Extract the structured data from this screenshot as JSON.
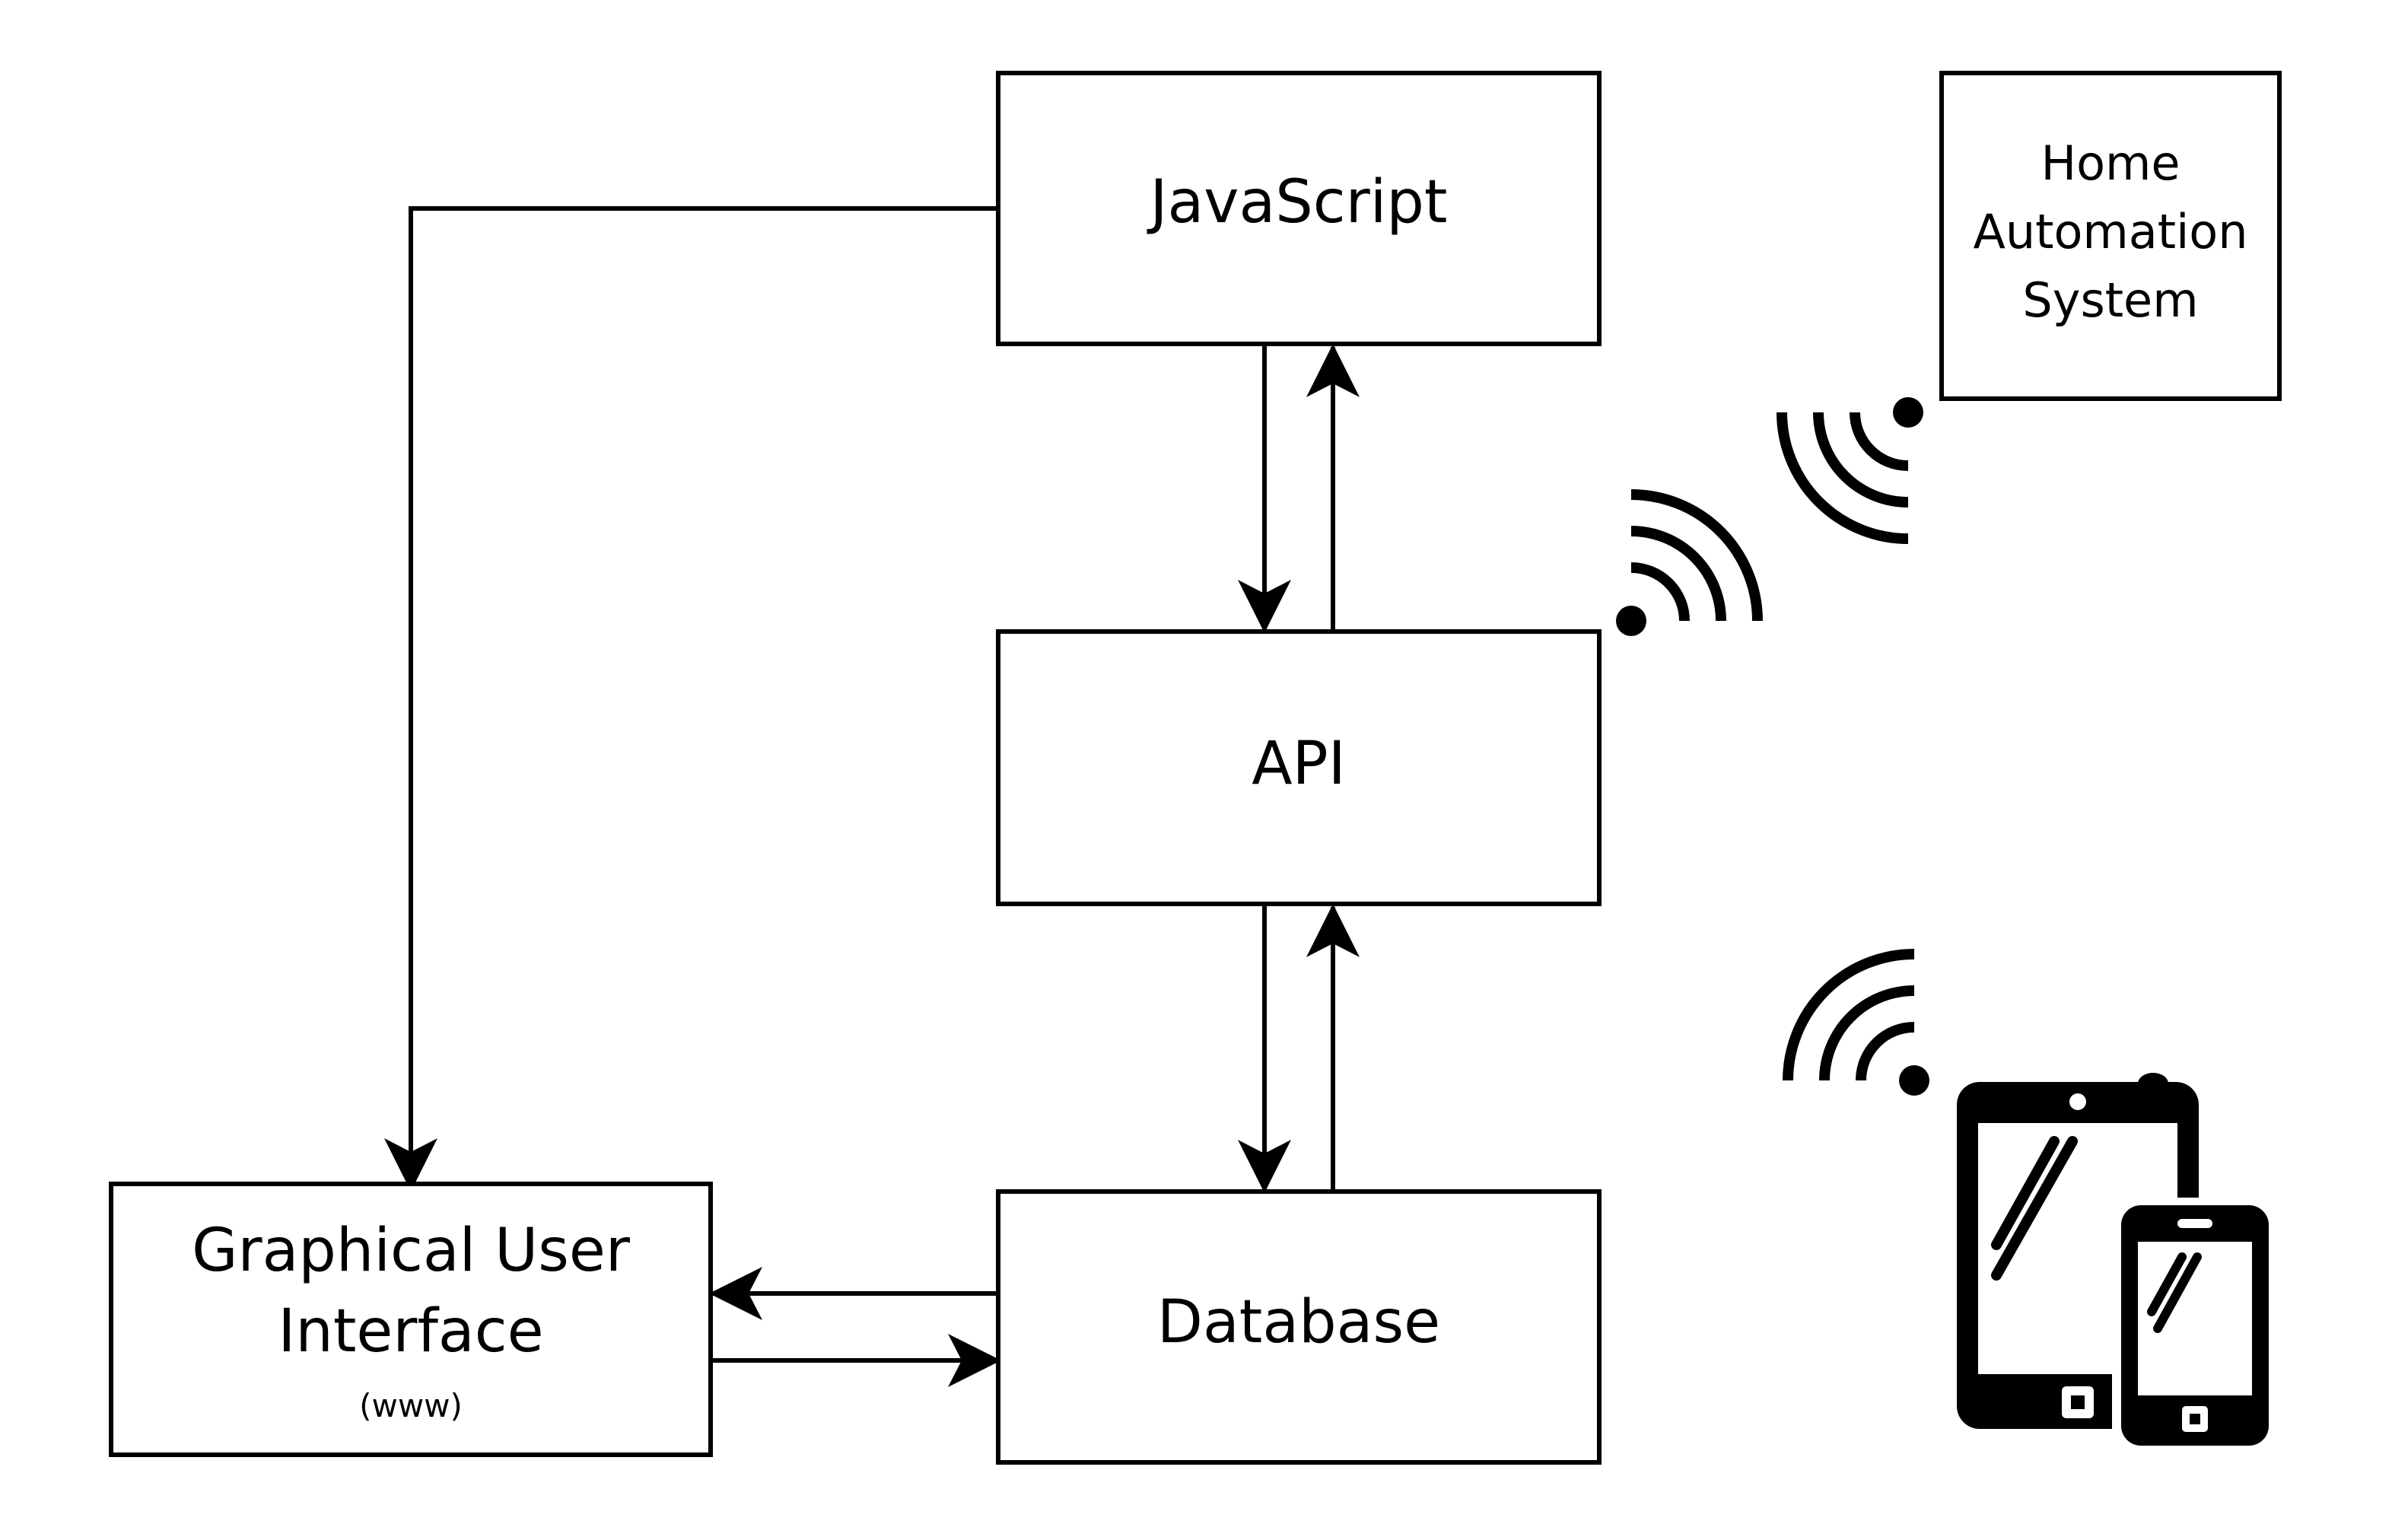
{
  "diagram": {
    "nodes": {
      "javascript": {
        "lines": [
          "JavaScript"
        ]
      },
      "api": {
        "lines": [
          "API"
        ]
      },
      "database": {
        "lines": [
          "Database"
        ]
      },
      "gui": {
        "lines": [
          "Graphical User",
          "Interface"
        ],
        "sub": "(www)"
      },
      "home": {
        "lines": [
          "Home",
          "Automation",
          "System"
        ]
      }
    },
    "edges": [
      {
        "from": "javascript",
        "to": "gui"
      },
      {
        "from": "javascript",
        "to": "api"
      },
      {
        "from": "api",
        "to": "javascript"
      },
      {
        "from": "api",
        "to": "database"
      },
      {
        "from": "database",
        "to": "api"
      },
      {
        "from": "database",
        "to": "gui"
      },
      {
        "from": "gui",
        "to": "database"
      }
    ],
    "icons": [
      "wifi-icon",
      "wifi-icon",
      "wifi-icon",
      "tablet-icon",
      "smartphone-icon"
    ]
  }
}
